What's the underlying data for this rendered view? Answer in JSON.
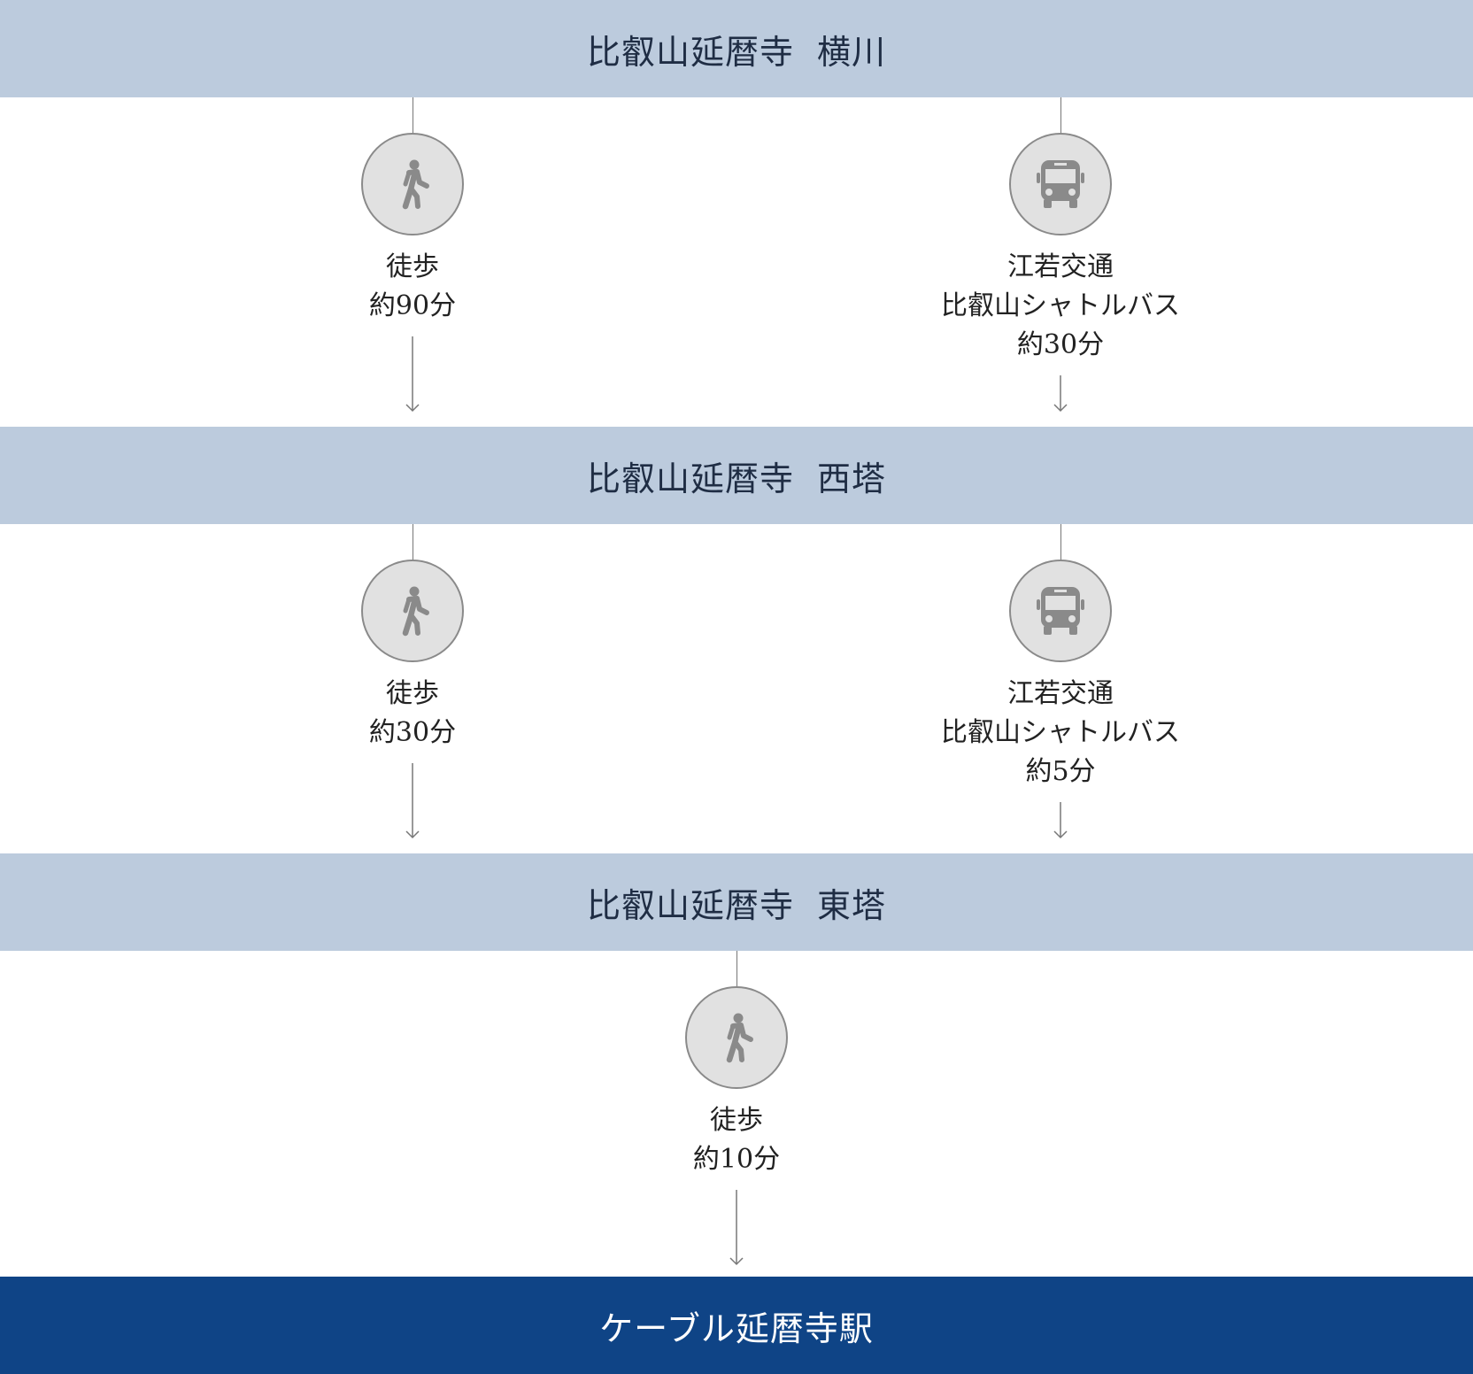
{
  "stations": {
    "yokawa": {
      "name": "比叡山延暦寺",
      "area": "横川"
    },
    "saito": {
      "name": "比叡山延暦寺",
      "area": "西塔"
    },
    "toto": {
      "name": "比叡山延暦寺",
      "area": "東塔"
    },
    "cable": {
      "name": "ケーブル延暦寺駅"
    }
  },
  "routes": {
    "yokawa_saito_walk": {
      "icon": "walking-person-icon",
      "lines": [
        "徒歩",
        "約90分"
      ]
    },
    "yokawa_saito_bus": {
      "icon": "bus-icon",
      "lines": [
        "江若交通",
        "比叡山シャトルバス",
        "約30分"
      ]
    },
    "saito_toto_walk": {
      "icon": "walking-person-icon",
      "lines": [
        "徒歩",
        "約30分"
      ]
    },
    "saito_toto_bus": {
      "icon": "bus-icon",
      "lines": [
        "江若交通",
        "比叡山シャトルバス",
        "約5分"
      ]
    },
    "toto_cable_walk": {
      "icon": "walking-person-icon",
      "lines": [
        "徒歩",
        "約10分"
      ]
    }
  },
  "colors": {
    "station_band": "#bccbdd",
    "final_band": "#0f4486",
    "icon_circle": "#e1e1e1",
    "icon_glyph": "#8a8a8a",
    "connector": "#777777"
  }
}
